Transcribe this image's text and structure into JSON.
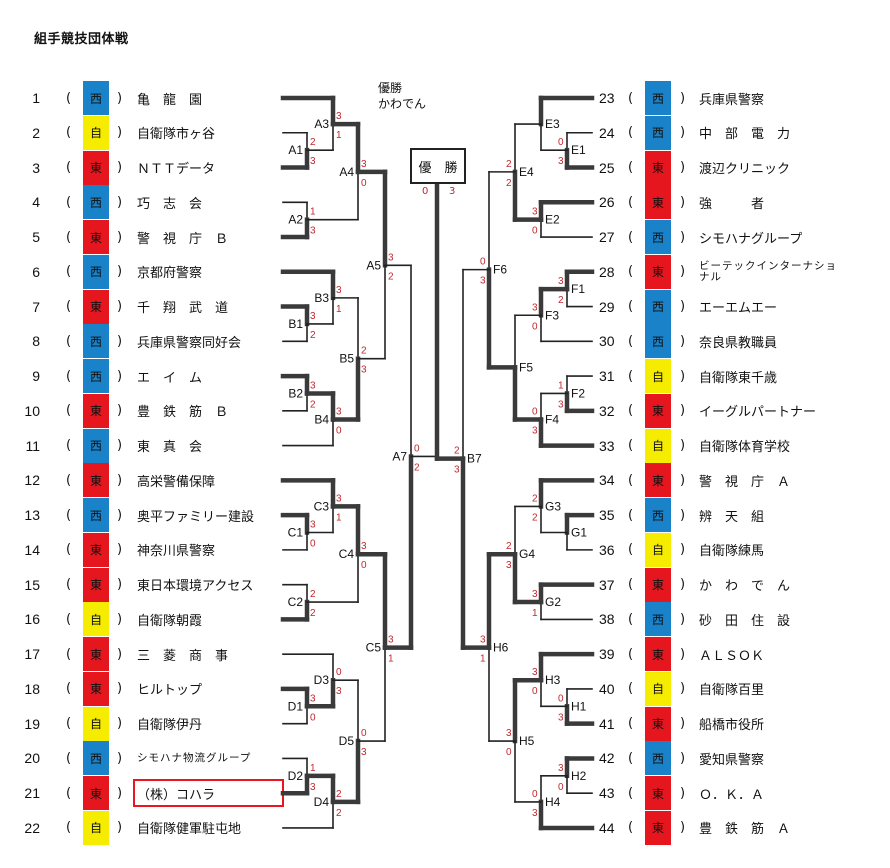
{
  "title": "組手競技団体戦",
  "champion": {
    "heading": "優勝",
    "team": "かわでん",
    "box_label_1": "優",
    "box_label_2": "勝",
    "score_left": "0",
    "score_right": "3"
  },
  "region_colors": {
    "西": "#1a82c8",
    "東": "#e5161e",
    "自": "#f6ec00"
  },
  "paren_open": "(",
  "paren_close": ")",
  "left_teams": [
    {
      "no": "1",
      "region": "西",
      "name": "亀　龍　園"
    },
    {
      "no": "2",
      "region": "自",
      "name": "自衛隊市ヶ谷"
    },
    {
      "no": "3",
      "region": "東",
      "name": "ＮＴＴデータ"
    },
    {
      "no": "4",
      "region": "西",
      "name": "巧　志　会"
    },
    {
      "no": "5",
      "region": "東",
      "name": "警　視　庁　Ｂ"
    },
    {
      "no": "6",
      "region": "西",
      "name": "京都府警察"
    },
    {
      "no": "7",
      "region": "東",
      "name": "千　翔　武　道"
    },
    {
      "no": "8",
      "region": "西",
      "name": "兵庫県警察同好会"
    },
    {
      "no": "9",
      "region": "西",
      "name": "エ　イ　ム"
    },
    {
      "no": "10",
      "region": "東",
      "name": "豊　鉄　筋　Ｂ"
    },
    {
      "no": "11",
      "region": "西",
      "name": "東　真　会"
    },
    {
      "no": "12",
      "region": "東",
      "name": "高栄警備保障"
    },
    {
      "no": "13",
      "region": "西",
      "name": "奥平ファミリー建設"
    },
    {
      "no": "14",
      "region": "東",
      "name": "神奈川県警察"
    },
    {
      "no": "15",
      "region": "東",
      "name": "東日本環境アクセス"
    },
    {
      "no": "16",
      "region": "自",
      "name": "自衛隊朝霞"
    },
    {
      "no": "17",
      "region": "東",
      "name": "三　菱　商　事"
    },
    {
      "no": "18",
      "region": "東",
      "name": "ヒルトップ"
    },
    {
      "no": "19",
      "region": "自",
      "name": "自衛隊伊丹"
    },
    {
      "no": "20",
      "region": "西",
      "name": "シモハナ物流グループ",
      "wrap": true
    },
    {
      "no": "21",
      "region": "東",
      "name": "（株）コハラ",
      "highlight": true
    },
    {
      "no": "22",
      "region": "自",
      "name": "自衛隊健軍駐屯地"
    }
  ],
  "right_teams": [
    {
      "no": "23",
      "region": "西",
      "name": "兵庫県警察"
    },
    {
      "no": "24",
      "region": "西",
      "name": "中　部　電　力"
    },
    {
      "no": "25",
      "region": "東",
      "name": "渡辺クリニック"
    },
    {
      "no": "26",
      "region": "東",
      "name": "強　　　者"
    },
    {
      "no": "27",
      "region": "西",
      "name": "シモハナグループ"
    },
    {
      "no": "28",
      "region": "東",
      "name": "ビーテックインターナショナル",
      "wrap": true
    },
    {
      "no": "29",
      "region": "西",
      "name": "エーエムエー"
    },
    {
      "no": "30",
      "region": "西",
      "name": "奈良県教職員"
    },
    {
      "no": "31",
      "region": "自",
      "name": "自衛隊東千歳"
    },
    {
      "no": "32",
      "region": "東",
      "name": "イーグルパートナー"
    },
    {
      "no": "33",
      "region": "自",
      "name": "自衛隊体育学校"
    },
    {
      "no": "34",
      "region": "東",
      "name": "警　視　庁　Ａ"
    },
    {
      "no": "35",
      "region": "西",
      "name": "辨　天　組"
    },
    {
      "no": "36",
      "region": "自",
      "name": "自衛隊練馬"
    },
    {
      "no": "37",
      "region": "東",
      "name": "か　わ　で　ん"
    },
    {
      "no": "38",
      "region": "西",
      "name": "砂　田　住　設"
    },
    {
      "no": "39",
      "region": "東",
      "name": "ＡＬＳＯＫ"
    },
    {
      "no": "40",
      "region": "自",
      "name": "自衛隊百里"
    },
    {
      "no": "41",
      "region": "東",
      "name": "船橋市役所"
    },
    {
      "no": "42",
      "region": "西",
      "name": "愛知県警察"
    },
    {
      "no": "43",
      "region": "東",
      "name": "Ｏ．Ｋ．Ａ"
    },
    {
      "no": "44",
      "region": "東",
      "name": "豊　鉄　筋　Ａ"
    }
  ],
  "matches": [
    {
      "id": "A1",
      "a": "2",
      "b": "3",
      "score_a": "2",
      "score_b": "3",
      "winner": "b"
    },
    {
      "id": "A2",
      "a": "4",
      "b": "5",
      "score_a": "1",
      "score_b": "3",
      "winner": "b"
    },
    {
      "id": "A3",
      "a": "1",
      "b": "A1",
      "score_a": "3",
      "score_b": "1",
      "winner": "a"
    },
    {
      "id": "A4",
      "a": "A3",
      "b": "A2",
      "score_a": "3",
      "score_b": "0",
      "winner": "a"
    },
    {
      "id": "B1",
      "a": "7",
      "b": "8",
      "score_a": "3",
      "score_b": "2",
      "winner": "a"
    },
    {
      "id": "B2",
      "a": "9",
      "b": "10",
      "score_a": "3",
      "score_b": "2",
      "winner": "a"
    },
    {
      "id": "B3",
      "a": "6",
      "b": "B1",
      "score_a": "3",
      "score_b": "1",
      "winner": "a"
    },
    {
      "id": "B4",
      "a": "B2",
      "b": "11",
      "score_a": "3",
      "score_b": "0",
      "winner": "a"
    },
    {
      "id": "B5",
      "a": "B3",
      "b": "B4",
      "score_a": "2",
      "score_b": "3",
      "winner": "b"
    },
    {
      "id": "A5",
      "a": "A4",
      "b": "B5",
      "score_a": "3",
      "score_b": "2",
      "winner": "a"
    },
    {
      "id": "C1",
      "a": "13",
      "b": "14",
      "score_a": "3",
      "score_b": "0",
      "winner": "a"
    },
    {
      "id": "C2",
      "a": "15",
      "b": "16",
      "score_a": "2",
      "score_b": "2",
      "winner": "b"
    },
    {
      "id": "C3",
      "a": "12",
      "b": "C1",
      "score_a": "3",
      "score_b": "1",
      "winner": "a"
    },
    {
      "id": "C4",
      "a": "C3",
      "b": "C2",
      "score_a": "3",
      "score_b": "0",
      "winner": "a"
    },
    {
      "id": "D1",
      "a": "18",
      "b": "19",
      "score_a": "3",
      "score_b": "0",
      "winner": "a"
    },
    {
      "id": "D2",
      "a": "20",
      "b": "21",
      "score_a": "1",
      "score_b": "3",
      "winner": "b"
    },
    {
      "id": "D3",
      "a": "17",
      "b": "D1",
      "score_a": "0",
      "score_b": "3",
      "winner": "b"
    },
    {
      "id": "D4",
      "a": "D2",
      "b": "22",
      "score_a": "2",
      "score_b": "2",
      "winner": "a"
    },
    {
      "id": "D5",
      "a": "D3",
      "b": "D4",
      "score_a": "0",
      "score_b": "3",
      "winner": "b"
    },
    {
      "id": "C5",
      "a": "C4",
      "b": "D5",
      "score_a": "3",
      "score_b": "1",
      "winner": "a"
    },
    {
      "id": "A7",
      "a": "A5",
      "b": "C5",
      "score_a": "0",
      "score_b": "2",
      "winner": "b"
    },
    {
      "id": "E1",
      "a": "24",
      "b": "25",
      "score_a": "0",
      "score_b": "3",
      "winner": "b"
    },
    {
      "id": "E2",
      "a": "26",
      "b": "27",
      "score_a": "3",
      "score_b": "0",
      "winner": "a"
    },
    {
      "id": "E3",
      "a": "23",
      "b": "E1",
      "score_a": "",
      "score_b": "",
      "winner": "a"
    },
    {
      "id": "E4",
      "a": "E3",
      "b": "E2",
      "score_a": "2",
      "score_b": "2",
      "winner": "b"
    },
    {
      "id": "F1",
      "a": "28",
      "b": "29",
      "score_a": "3",
      "score_b": "2",
      "winner": "a"
    },
    {
      "id": "F2",
      "a": "31",
      "b": "32",
      "score_a": "1",
      "score_b": "3",
      "winner": "b"
    },
    {
      "id": "F3",
      "a": "F1",
      "b": "30",
      "score_a": "3",
      "score_b": "0",
      "winner": "a"
    },
    {
      "id": "F4",
      "a": "F2",
      "b": "33",
      "score_a": "0",
      "score_b": "3",
      "winner": "b"
    },
    {
      "id": "F5",
      "a": "F3",
      "b": "F4",
      "score_a": "",
      "score_b": "",
      "winner": "b"
    },
    {
      "id": "F6",
      "a": "E4",
      "b": "F5",
      "score_a": "0",
      "score_b": "3",
      "winner": "b"
    },
    {
      "id": "G1",
      "a": "35",
      "b": "36",
      "score_a": "",
      "score_b": "",
      "winner": "a"
    },
    {
      "id": "G2",
      "a": "37",
      "b": "38",
      "score_a": "3",
      "score_b": "1",
      "winner": "a"
    },
    {
      "id": "G3",
      "a": "34",
      "b": "G1",
      "score_a": "2",
      "score_b": "2",
      "winner": "a"
    },
    {
      "id": "G4",
      "a": "G3",
      "b": "G2",
      "score_a": "2",
      "score_b": "3",
      "winner": "b"
    },
    {
      "id": "H1",
      "a": "40",
      "b": "41",
      "score_a": "0",
      "score_b": "3",
      "winner": "b"
    },
    {
      "id": "H2",
      "a": "42",
      "b": "43",
      "score_a": "3",
      "score_b": "0",
      "winner": "a"
    },
    {
      "id": "H3",
      "a": "39",
      "b": "H1",
      "score_a": "3",
      "score_b": "0",
      "winner": "a"
    },
    {
      "id": "H4",
      "a": "H2",
      "b": "44",
      "score_a": "0",
      "score_b": "3",
      "winner": "b"
    },
    {
      "id": "H5",
      "a": "H3",
      "b": "H4",
      "score_a": "3",
      "score_b": "0",
      "winner": "a"
    },
    {
      "id": "H6",
      "a": "G4",
      "b": "H5",
      "score_a": "3",
      "score_b": "1",
      "winner": "a"
    },
    {
      "id": "B7",
      "a": "F6",
      "b": "H6",
      "score_a": "2",
      "score_b": "3",
      "winner": "b"
    }
  ]
}
